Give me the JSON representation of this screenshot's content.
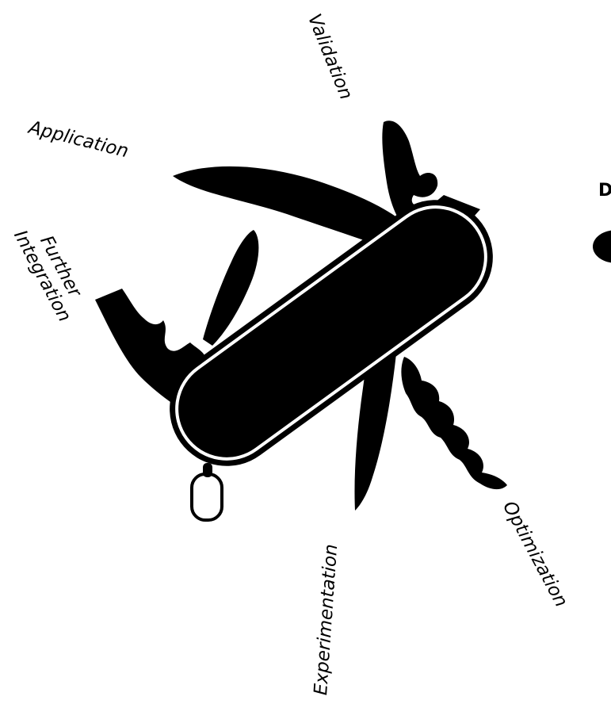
{
  "labels": {
    "validation": "Validation",
    "application": "Application",
    "further_integration": "Further\nIntegration",
    "experimentation": "Experimentation",
    "optimization": "Optimization"
  },
  "partial_text": "D",
  "colors": {
    "ink": "#000000",
    "background": "#ffffff"
  },
  "icon": "swiss-army-knife-icon"
}
